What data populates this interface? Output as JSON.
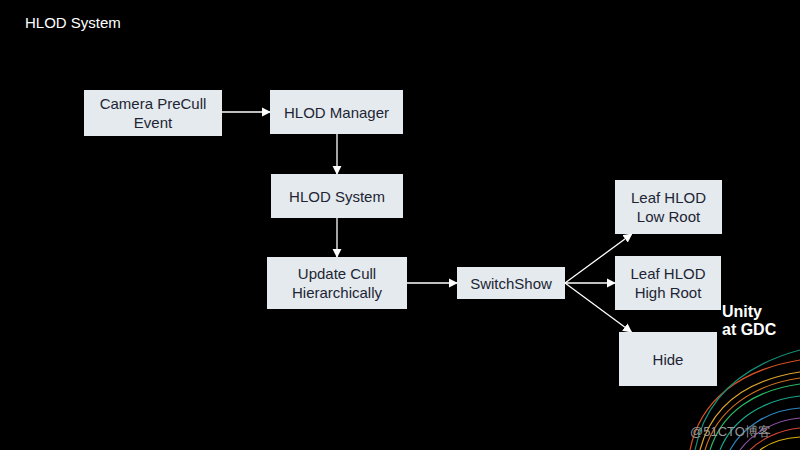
{
  "diagram": {
    "title": "HLOD System",
    "nodes": [
      {
        "text": [
          "Camera PreCull Event"
        ]
      },
      {
        "text": [
          "HLOD Manager"
        ]
      },
      {
        "text": [
          "HLOD System"
        ]
      },
      {
        "text": [
          "Update Cull Hierarchically"
        ]
      },
      {
        "text": [
          "SwitchShow"
        ]
      },
      {
        "text": [
          "Leaf HLOD Low Root"
        ]
      },
      {
        "text": [
          "Leaf HLOD High Root"
        ]
      },
      {
        "text": [
          "Hide"
        ]
      }
    ],
    "edges": [
      {
        "from": 0,
        "to": 1,
        "arrow": "to"
      },
      {
        "from": 1,
        "to": 2,
        "arrow": "to"
      },
      {
        "from": 2,
        "to": 3,
        "arrow": "to"
      },
      {
        "from": 3,
        "to": 4,
        "arrow": "to"
      },
      {
        "from": 4,
        "to": 5,
        "arrow": "to"
      },
      {
        "from": 4,
        "to": 6,
        "arrow": "to"
      },
      {
        "from": 4,
        "to": 7,
        "arrow": "to"
      }
    ],
    "labels": [
      "Unity",
      "at GDC",
      "@51CTO博客"
    ]
  }
}
